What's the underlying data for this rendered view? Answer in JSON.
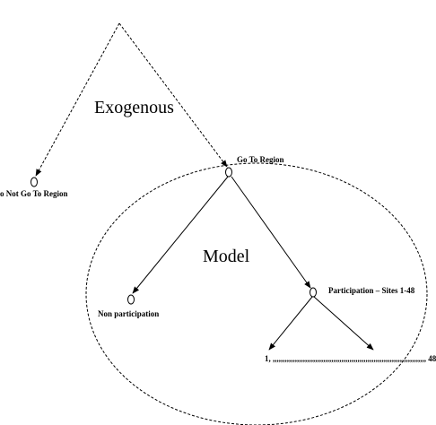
{
  "labels": {
    "exogenous": "Exogenous",
    "model": "Model",
    "go_to_region": "Go To Region",
    "do_not_go_to_region": "o Not Go To Region",
    "non_participation": "Non participation",
    "participation_sites": "Participation – Sites 1-48",
    "sites_range": "1, ,,,,,,,,,,,,,,,,,,,,,,,,,,,,,,,,,,,,,,,,,,,,,,,,,,,,,,,,,,,,,,,,,,,,,,,,,,,, 48"
  }
}
